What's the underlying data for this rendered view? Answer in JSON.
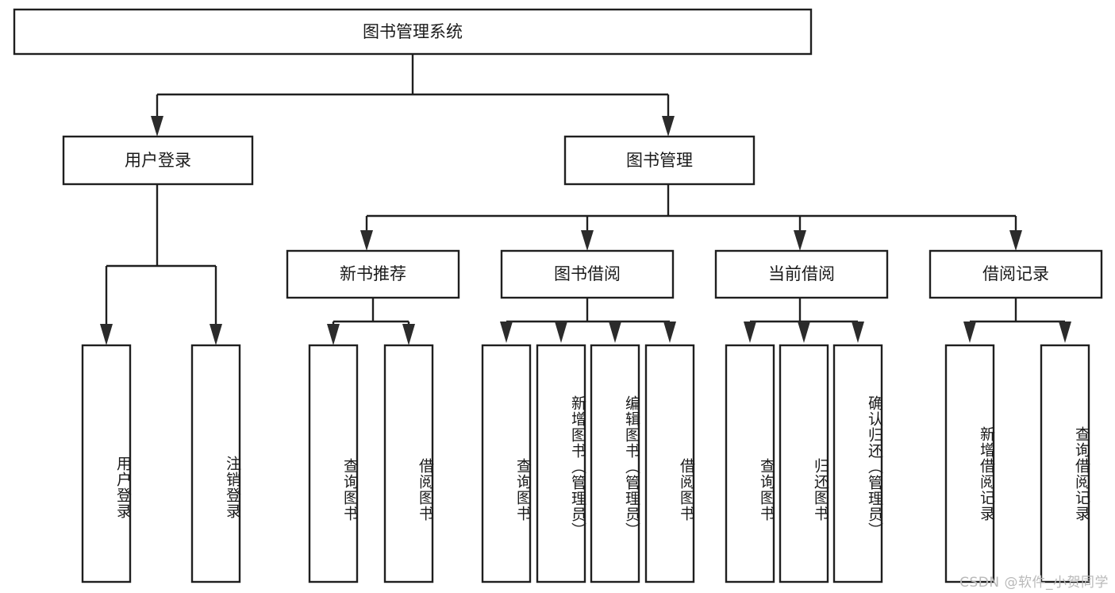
{
  "diagram": {
    "type": "tree-hierarchy",
    "title": "图书管理系统",
    "orientation": "top-down",
    "root": {
      "id": "root",
      "label": "图书管理系统",
      "text_direction": "horizontal"
    },
    "level2": [
      {
        "id": "user-login",
        "label": "用户登录",
        "text_direction": "horizontal"
      },
      {
        "id": "book-manage",
        "label": "图书管理",
        "text_direction": "horizontal"
      }
    ],
    "level3": [
      {
        "id": "new-book-recommend",
        "label": "新书推荐",
        "text_direction": "horizontal",
        "parent": "book-manage"
      },
      {
        "id": "book-borrow",
        "label": "图书借阅",
        "text_direction": "horizontal",
        "parent": "book-manage"
      },
      {
        "id": "current-borrow",
        "label": "当前借阅",
        "text_direction": "horizontal",
        "parent": "book-manage"
      },
      {
        "id": "borrow-record",
        "label": "借阅记录",
        "text_direction": "horizontal",
        "parent": "book-manage"
      }
    ],
    "leaves": [
      {
        "id": "leaf-user-login",
        "label": "用户登录",
        "parent": "user-login",
        "text_direction": "vertical"
      },
      {
        "id": "leaf-user-logout",
        "label": "注销登录",
        "parent": "user-login",
        "text_direction": "vertical"
      },
      {
        "id": "leaf-query-book-rec",
        "label": "查询图书",
        "parent": "new-book-recommend",
        "text_direction": "vertical"
      },
      {
        "id": "leaf-borrow-book-rec",
        "label": "借阅图书",
        "parent": "new-book-recommend",
        "text_direction": "vertical"
      },
      {
        "id": "leaf-query-book-borrow",
        "label": "查询图书",
        "parent": "book-borrow",
        "text_direction": "vertical"
      },
      {
        "id": "leaf-add-book-admin",
        "label": "新增图书（管理员）",
        "parent": "book-borrow",
        "text_direction": "vertical"
      },
      {
        "id": "leaf-edit-book-admin",
        "label": "编辑图书（管理员）",
        "parent": "book-borrow",
        "text_direction": "vertical"
      },
      {
        "id": "leaf-borrow-book",
        "label": "借阅图书",
        "parent": "book-borrow",
        "text_direction": "vertical"
      },
      {
        "id": "leaf-query-book-cur",
        "label": "查询图书",
        "parent": "current-borrow",
        "text_direction": "vertical"
      },
      {
        "id": "leaf-return-book",
        "label": "归还图书",
        "parent": "current-borrow",
        "text_direction": "vertical"
      },
      {
        "id": "leaf-confirm-return-admin",
        "label": "确认归还（管理员）",
        "parent": "current-borrow",
        "text_direction": "vertical"
      },
      {
        "id": "leaf-add-borrow-record",
        "label": "新增借阅记录",
        "parent": "borrow-record",
        "text_direction": "vertical"
      },
      {
        "id": "leaf-query-borrow-record",
        "label": "查询借阅记录",
        "parent": "borrow-record",
        "text_direction": "vertical"
      }
    ],
    "colors": {
      "box_fill": "#ffffff",
      "box_stroke": "#1f1f1f",
      "text": "#1a1a1a",
      "connector": "#1f1f1f",
      "watermark": "#b9b9b9",
      "background": "#ffffff"
    }
  },
  "watermark": {
    "text": "CSDN @软件_小贺同学"
  }
}
